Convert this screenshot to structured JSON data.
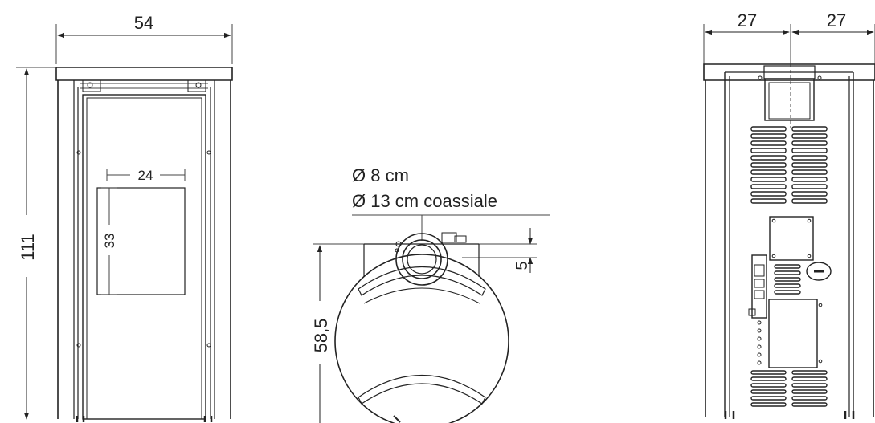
{
  "front_view": {
    "width_label": "54",
    "height_label": "111",
    "window_width_label": "24",
    "window_height_label": "33"
  },
  "top_view": {
    "flue_label_1": "Ø 8 cm",
    "flue_label_2": "Ø 13 cm coassiale",
    "depth_label": "58,5",
    "offset_label": "5"
  },
  "rear_view": {
    "left_half_label": "27",
    "right_half_label": "27"
  }
}
